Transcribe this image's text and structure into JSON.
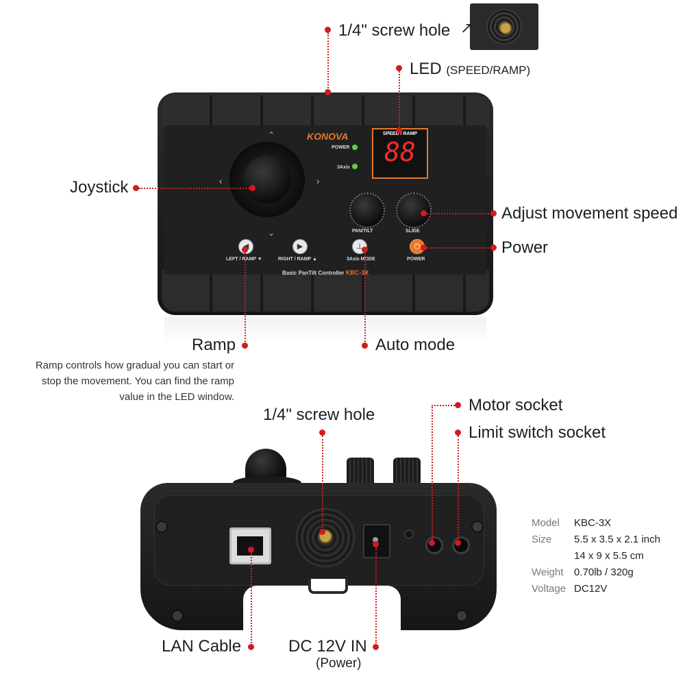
{
  "labels": {
    "screw_hole_top": "1/4\" screw hole",
    "led_main": "LED",
    "led_sub": "(SPEED/RAMP)",
    "joystick": "Joystick",
    "adjust_speed": "Adjust movement speed",
    "power": "Power",
    "ramp": "Ramp",
    "auto_mode": "Auto mode",
    "screw_hole_bottom": "1/4\" screw hole",
    "motor_socket": "Motor socket",
    "limit_switch_socket": "Limit switch socket",
    "lan_cable": "LAN Cable",
    "dc_in": "DC 12V IN",
    "dc_in_sub": "(Power)"
  },
  "ramp_note": {
    "line1": "Ramp controls how gradual you can start or",
    "line2": "stop the movement. You can find the ramp",
    "line3": "value in the LED window."
  },
  "device_top": {
    "brand": "KONOVA",
    "led_header": "SPEED / RAMP",
    "led_value": "88",
    "ind_power": "POWER",
    "ind_3axis": "3Axis",
    "knob_left": "PAN/TILT",
    "knob_right": "SLIDE",
    "btn_left": "LEFT / RAMP ▼",
    "btn_right": "RIGHT / RAMP ▲",
    "btn_mode": "3Axis MODE",
    "btn_power": "POWER",
    "model_line": "Basic PanTilt Controller",
    "model_code": "KBC-3X"
  },
  "specs": [
    {
      "key": "Model",
      "value": "KBC-3X"
    },
    {
      "key": "Size",
      "value": "5.5 x 3.5 x 2.1 inch"
    },
    {
      "key": "",
      "value": "14 x 9 x 5.5 cm"
    },
    {
      "key": "Weight",
      "value": "0.70lb / 320g"
    },
    {
      "key": "Voltage",
      "value": "DC12V"
    }
  ],
  "colors": {
    "accent": "#d21a1f",
    "led_digits": "#ff2a2a",
    "device_body": "#1c1c1c",
    "orange": "#e8782a"
  }
}
